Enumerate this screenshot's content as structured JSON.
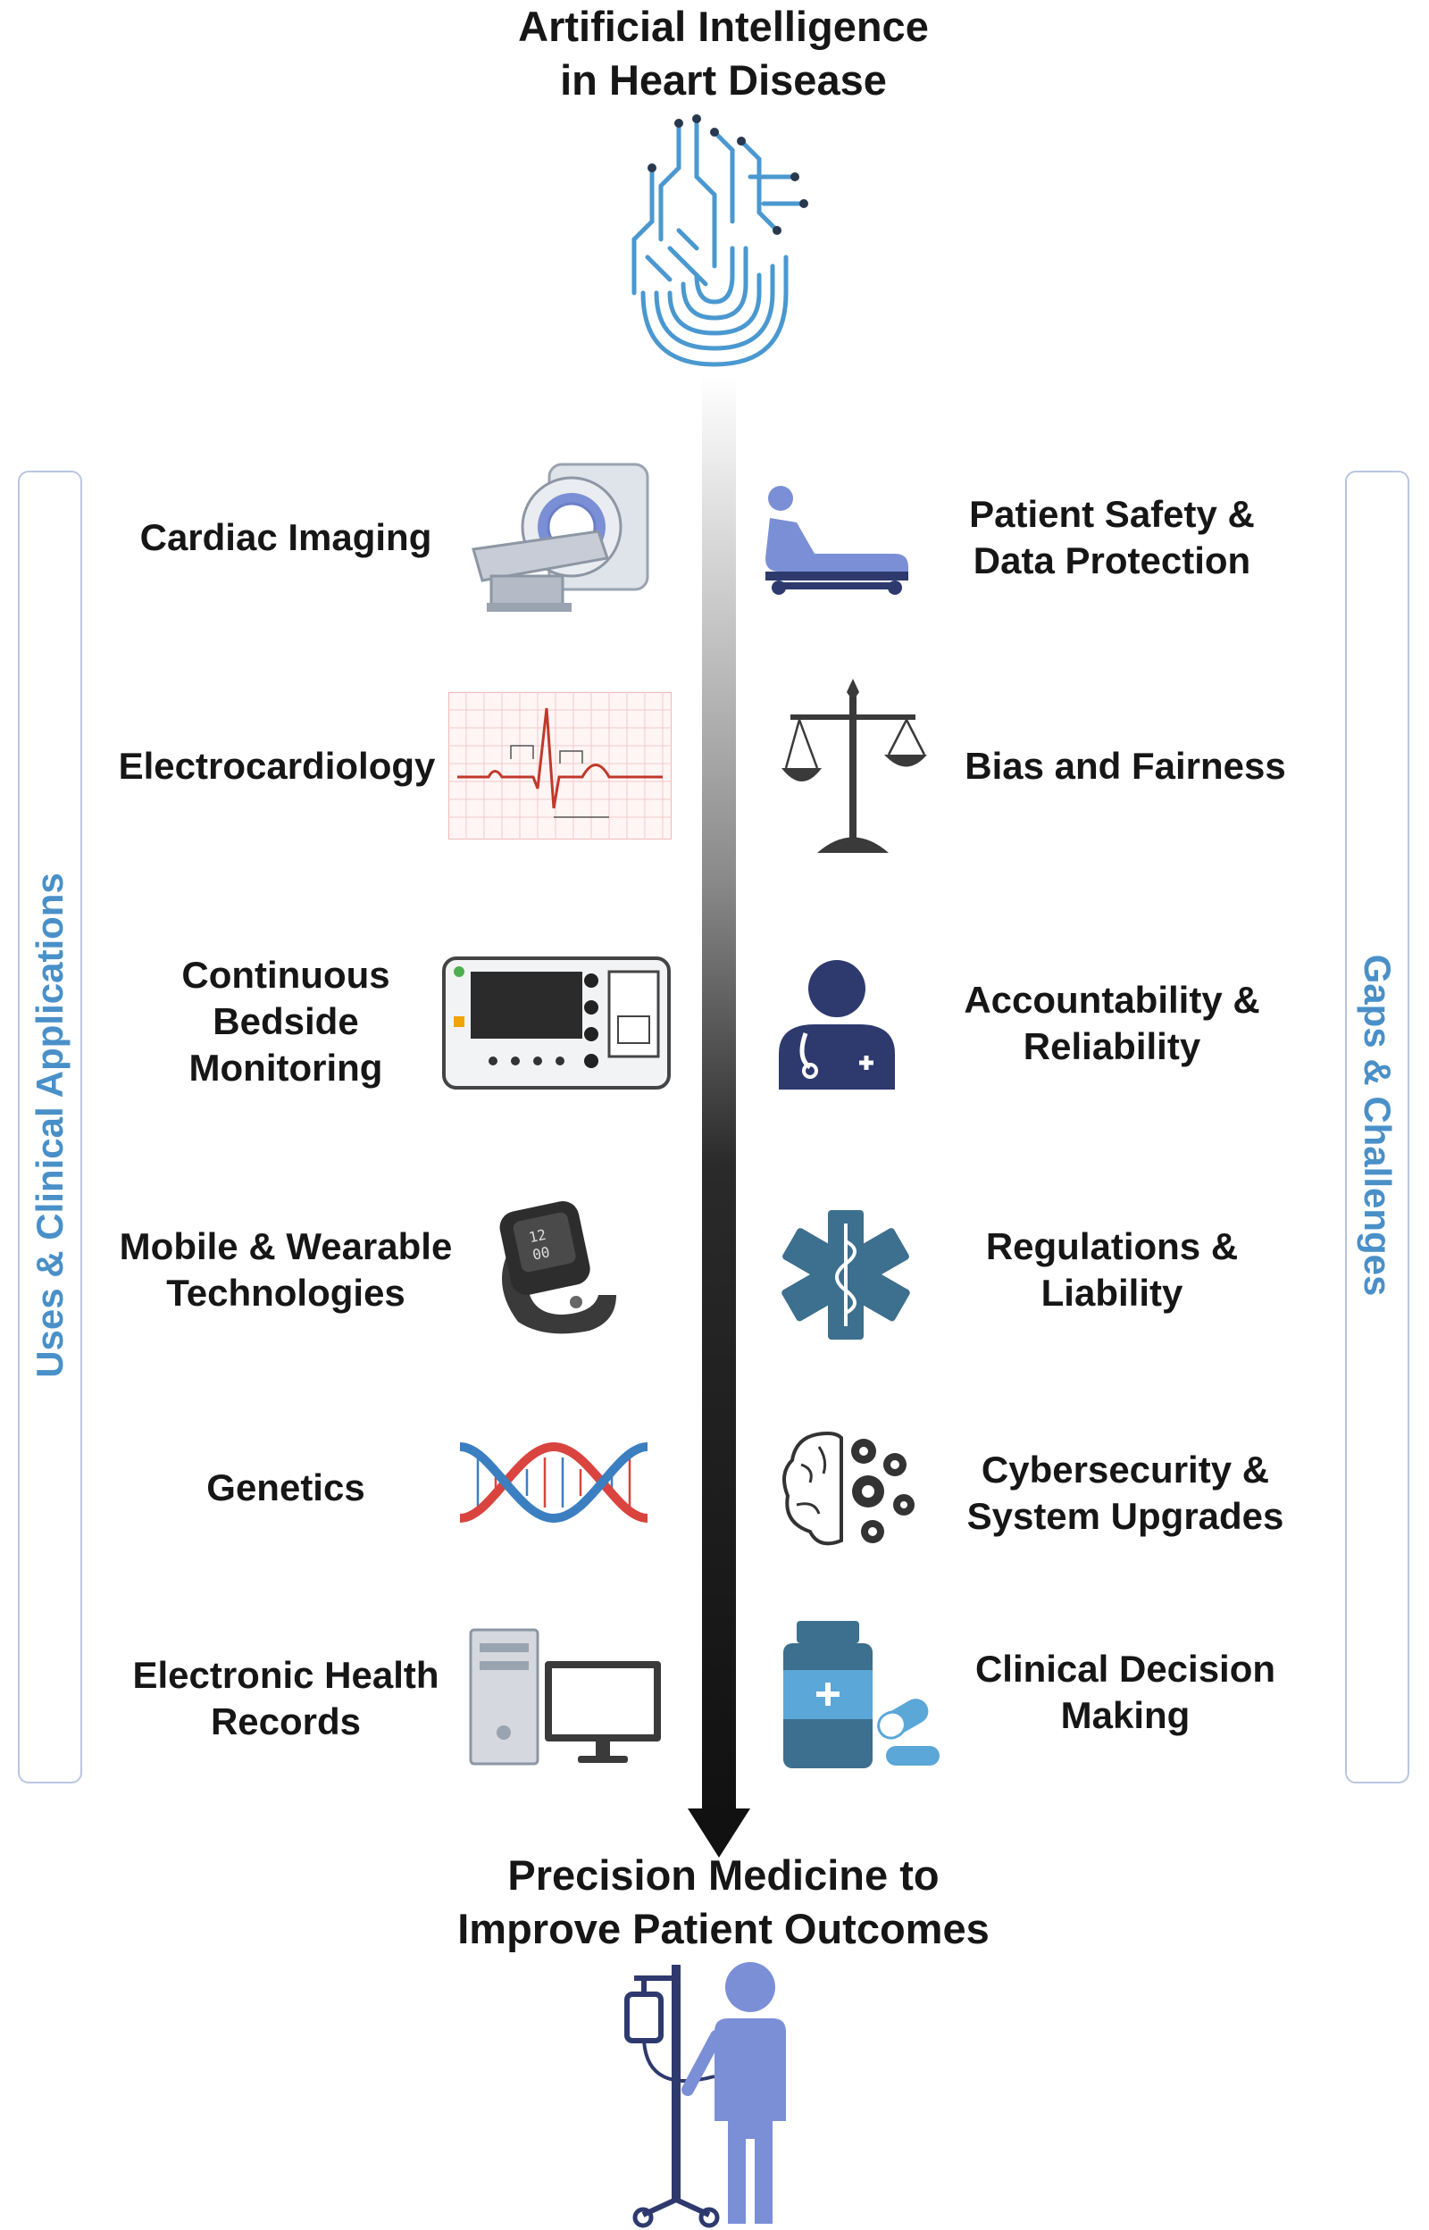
{
  "top_title": [
    "Artificial Intelligence",
    "in Heart Disease"
  ],
  "bottom_title": [
    "Precision Medicine to",
    "Improve Patient Outcomes"
  ],
  "left_panel": {
    "heading": "Uses & Clinical Applications",
    "items": [
      {
        "lines": [
          "Cardiac Imaging"
        ],
        "icon": "mri-scanner-icon"
      },
      {
        "lines": [
          "Electrocardiology"
        ],
        "icon": "ecg-trace-icon"
      },
      {
        "lines": [
          "Continuous",
          "Bedside",
          "Monitoring"
        ],
        "icon": "bedside-monitor-icon"
      },
      {
        "lines": [
          "Mobile & Wearable",
          "Technologies"
        ],
        "icon": "smartwatch-icon"
      },
      {
        "lines": [
          "Genetics"
        ],
        "icon": "dna-helix-icon"
      },
      {
        "lines": [
          "Electronic Health",
          "Records"
        ],
        "icon": "desktop-computer-icon"
      }
    ]
  },
  "right_panel": {
    "heading": "Gaps & Challenges",
    "items": [
      {
        "lines": [
          "Patient Safety &",
          "Data Protection"
        ],
        "icon": "patient-bed-icon"
      },
      {
        "lines": [
          "Bias and Fairness"
        ],
        "icon": "balance-scale-icon"
      },
      {
        "lines": [
          "Accountability &",
          "Reliability"
        ],
        "icon": "doctor-icon"
      },
      {
        "lines": [
          "Regulations &",
          "Liability"
        ],
        "icon": "star-of-life-icon"
      },
      {
        "lines": [
          "Cybersecurity &",
          "System Upgrades"
        ],
        "icon": "brain-gears-icon"
      },
      {
        "lines": [
          "Clinical Decision",
          "Making"
        ],
        "icon": "medication-icon"
      }
    ]
  },
  "colors": {
    "accent_blue": "#4a90c8",
    "frame_border": "#b9c6e2",
    "icon_navy": "#2e3a6e",
    "icon_periwinkle": "#7b8fd6",
    "icon_slate": "#3d6f8e",
    "dna_red": "#d9443f",
    "dna_blue": "#3b7fc1"
  }
}
